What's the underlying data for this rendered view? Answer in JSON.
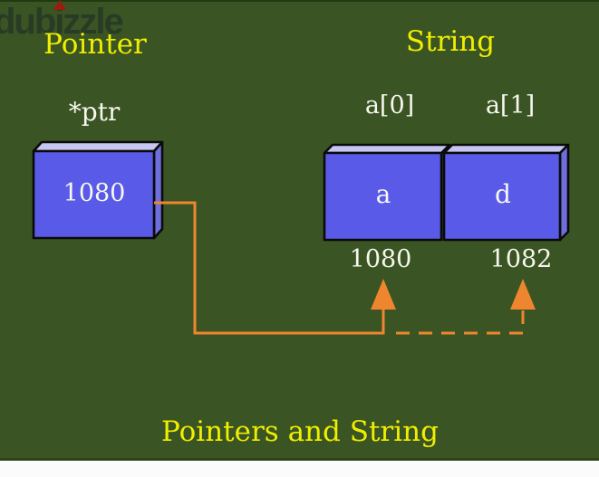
{
  "watermark": {
    "text": "dubizzle",
    "logo_icon": "red-up-triangle",
    "logo_color": "#9c1c10"
  },
  "headings": {
    "pointer": "Pointer",
    "string": "String"
  },
  "pointer_box": {
    "var_label": "*ptr",
    "value": "1080"
  },
  "string_array": {
    "cells": [
      {
        "index_label": "a[0]",
        "value": "a",
        "address": "1080"
      },
      {
        "index_label": "a[1]",
        "value": "d",
        "address": "1082"
      }
    ]
  },
  "caption": "Pointers and String",
  "colors": {
    "background": "#3a5423",
    "heading_yellow": "#f0ee00",
    "text_white": "#f7f7ef",
    "box_front": "#5a5ae8",
    "box_top": "#c6c6f2",
    "box_side": "#6e6edd",
    "outline_black": "#0a0a0a",
    "arrow_orange": "#ee8630"
  }
}
